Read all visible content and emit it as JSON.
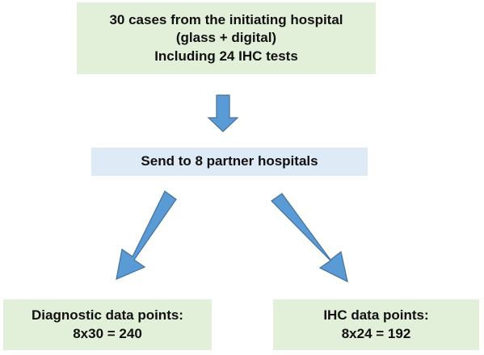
{
  "colors": {
    "green_box": "#e2efd9",
    "blue_box": "#deebf7",
    "arrow_fill": "#5b9bd5",
    "arrow_stroke": "#41719c",
    "text": "#111111"
  },
  "nodes": {
    "source": {
      "lines": [
        "30 cases from the initiating hospital",
        "(glass + digital)",
        "Including 24 IHC tests"
      ]
    },
    "distribution": {
      "label": "Send to 8 partner hospitals"
    },
    "diagnostic": {
      "lines": [
        "Diagnostic data points:",
        "8x30 = 240"
      ]
    },
    "ihc": {
      "lines": [
        "IHC data points:",
        "8x24 = 192"
      ]
    }
  },
  "edges": [
    {
      "from": "source",
      "to": "distribution"
    },
    {
      "from": "distribution",
      "to": "diagnostic"
    },
    {
      "from": "distribution",
      "to": "ihc"
    }
  ]
}
